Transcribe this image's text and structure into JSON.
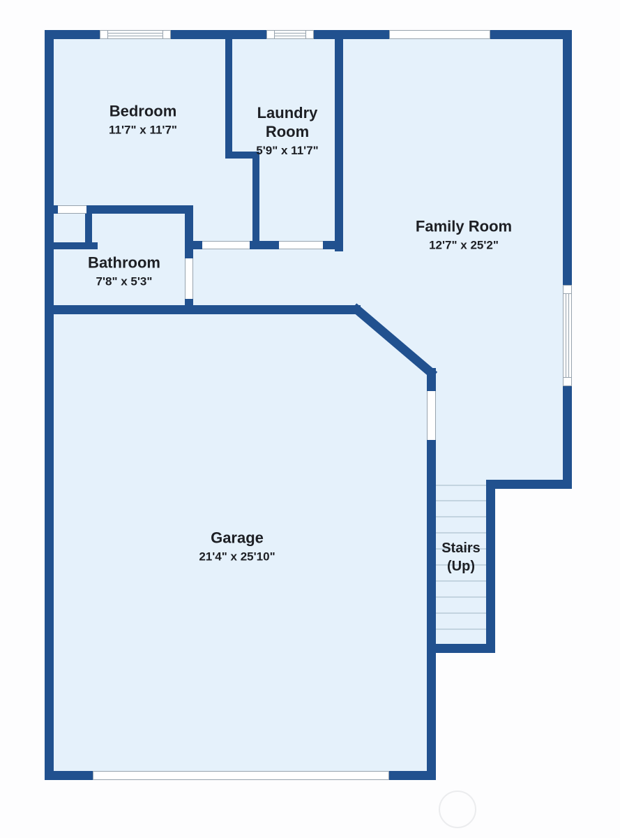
{
  "rooms": [
    {
      "name": "Bedroom",
      "dims": "11'7\" x 11'7\""
    },
    {
      "name": "Laundry Room",
      "dims": "5'9\" x 11'7\""
    },
    {
      "name": "Family Room",
      "dims": "12'7\" x 25'2\""
    },
    {
      "name": "Bathroom",
      "dims": "7'8\" x 5'3\""
    },
    {
      "name": "Garage",
      "dims": "21'4\" x 25'10\""
    },
    {
      "name": "Stairs (Up)"
    }
  ],
  "colors": {
    "wall": "#21518f",
    "wall_edge": "#1a4078",
    "floor": "#e5f1fb",
    "background": "#fdfdfe",
    "frame": "#97a3ae",
    "opening": "#ffffff",
    "stair_line": "#c3d4e0",
    "watermark": "#ebecee",
    "text": "#1d1f24"
  }
}
